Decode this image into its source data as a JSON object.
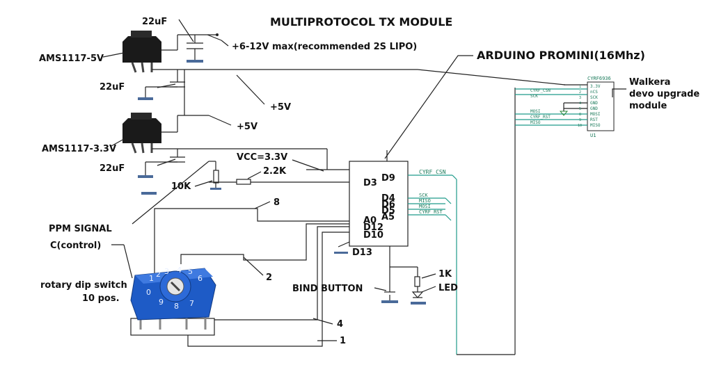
{
  "title": "MULTIPROTOCOL TX MODULE",
  "labels": {
    "cap_top": "22uF",
    "vin": "+6-12V max(recommended 2S LIPO)",
    "reg5": "AMS1117-5V",
    "cap_mid": "22uF",
    "v5_a": "+5V",
    "v5_b": "+5V",
    "reg33": "AMS1117-3.3V",
    "cap_bot": "22uF",
    "vcc33": "VCC=3.3V",
    "r22k": "2.2K",
    "r10k": "10K",
    "ppm": "PPM SIGNAL",
    "control": "C(control)",
    "switch_l1": "rotary dip switch",
    "switch_l2": "10 pos.",
    "bind": "BIND BUTTON",
    "r1k": "1K",
    "led": "LED",
    "wire8": "8",
    "wire2": "2",
    "wire4": "4",
    "wire1": "1",
    "arduino": "ARDUINO PROMINI(16Mhz)",
    "walkera_l1": "Walkera",
    "walkera_l2": "devo upgrade",
    "walkera_l3": "module"
  },
  "arduino_pins": {
    "d9": "D9",
    "d3": "D3",
    "d4": "D4",
    "d6": "D6",
    "d5": "D5",
    "a5": "A5",
    "a0": "A0",
    "d12": "D12",
    "d10": "D10",
    "d13": "D13"
  },
  "net_labels": {
    "cyrf_csn": "CYRF_CSN",
    "sck": "SCK",
    "miso": "MISO",
    "mosi": "MOSI",
    "cyrf_rst": "CYRF_RST"
  },
  "cyrf_module": {
    "name": "CYRF6936",
    "ref": "U1",
    "pins": [
      "3.3V",
      "nCS",
      "SCK",
      "GND",
      "GND",
      "MOSI",
      "RST",
      "MISO"
    ],
    "pin_numbers": [
      "1",
      "2",
      "3",
      "4",
      "5",
      "8",
      "9",
      "10"
    ],
    "nets": [
      "CYRF_CSN",
      "SCK",
      "MOSI",
      "CYRF_RST",
      "MISO"
    ]
  },
  "rotary_switch": {
    "digits": [
      "0",
      "1",
      "2",
      "3",
      "4",
      "5",
      "6",
      "7",
      "8",
      "9"
    ]
  }
}
